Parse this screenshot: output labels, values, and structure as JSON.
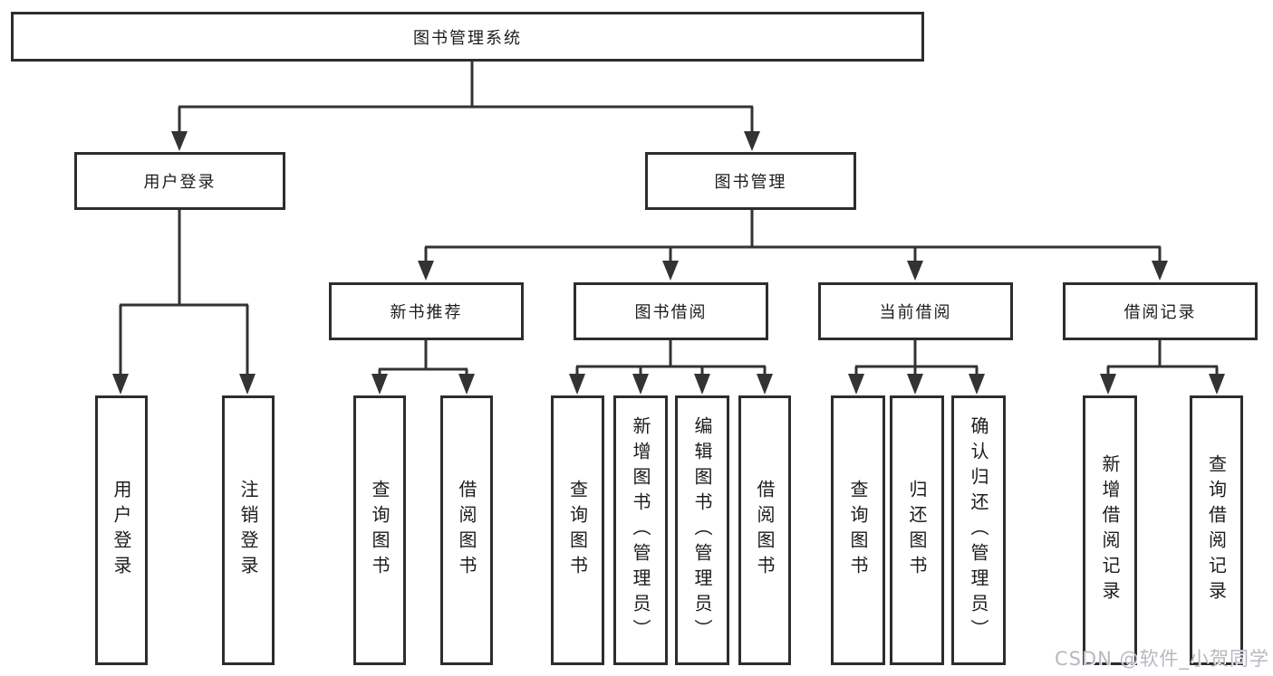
{
  "diagram": {
    "type": "tree",
    "title": "图书管理系统"
  },
  "nodes": {
    "root": "图书管理系统",
    "user_login": "用户登录",
    "book_mgmt": "图书管理",
    "new_book_rec": "新书推荐",
    "book_borrow": "图书借阅",
    "current_borrow": "当前借阅",
    "borrow_record": "借阅记录",
    "ul_user_login": "用户登录",
    "ul_logout": "注销登录",
    "nb_query_book": "查询图书",
    "nb_borrow_book": "借阅图书",
    "bb_query_book": "查询图书",
    "bb_add_book": "新增图书（管理员）",
    "bb_edit_book": "编辑图书（管理员）",
    "bb_borrow_book": "借阅图书",
    "cb_query_book": "查询图书",
    "cb_return_book": "归还图书",
    "cb_confirm_return": "确认归还（管理员）",
    "br_add_record": "新增借阅记录",
    "br_query_record": "查询借阅记录"
  },
  "hierarchy": {
    "root": [
      "user_login",
      "book_mgmt"
    ],
    "user_login": [
      "ul_user_login",
      "ul_logout"
    ],
    "book_mgmt": [
      "new_book_rec",
      "book_borrow",
      "current_borrow",
      "borrow_record"
    ],
    "new_book_rec": [
      "nb_query_book",
      "nb_borrow_book"
    ],
    "book_borrow": [
      "bb_query_book",
      "bb_add_book",
      "bb_edit_book",
      "bb_borrow_book"
    ],
    "current_borrow": [
      "cb_query_book",
      "cb_return_book",
      "cb_confirm_return"
    ],
    "borrow_record": [
      "br_add_record",
      "br_query_record"
    ]
  },
  "watermark": "CSDN @软件_小贺同学",
  "colors": {
    "background": "#ffffff",
    "line": "#333333",
    "box_border": "#2d2d2d",
    "text": "#1c1c1c",
    "watermark": "#b5b9c0"
  }
}
